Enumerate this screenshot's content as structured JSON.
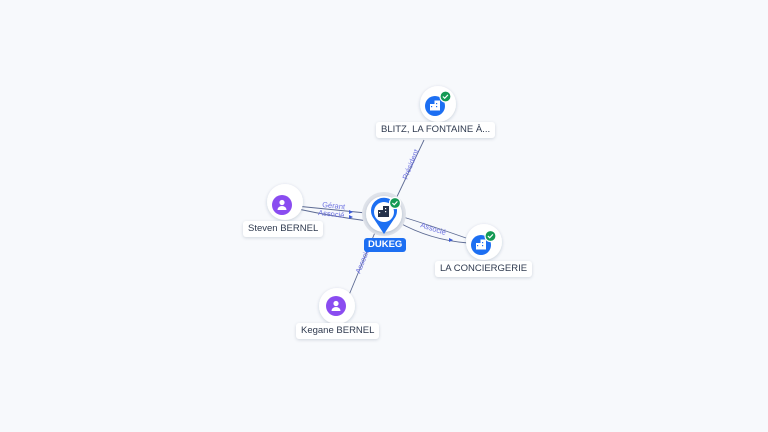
{
  "colors": {
    "company": "#1d6ff2",
    "person": "#8a4cf0",
    "verified": "#159a55",
    "edge": "#5d6b93",
    "edge_label": "#6a6fe0"
  },
  "center": {
    "label": "DUKEG",
    "icon": "building-icon",
    "verified": true
  },
  "nodes": {
    "blitz": {
      "label": "BLITZ, LA FONTAINE À...",
      "icon": "building-icon",
      "verified": true
    },
    "conciergerie": {
      "label": "LA CONCIERGERIE",
      "icon": "building-icon",
      "verified": true
    },
    "steven": {
      "label": "Steven BERNEL",
      "icon": "person-icon"
    },
    "kegane": {
      "label": "Kegane BERNEL",
      "icon": "person-icon"
    }
  },
  "edges": {
    "blitz": "Président",
    "conciergerie": "Associé",
    "steven_1": "Gérant",
    "steven_2": "Associé",
    "kegane": "Associé"
  }
}
